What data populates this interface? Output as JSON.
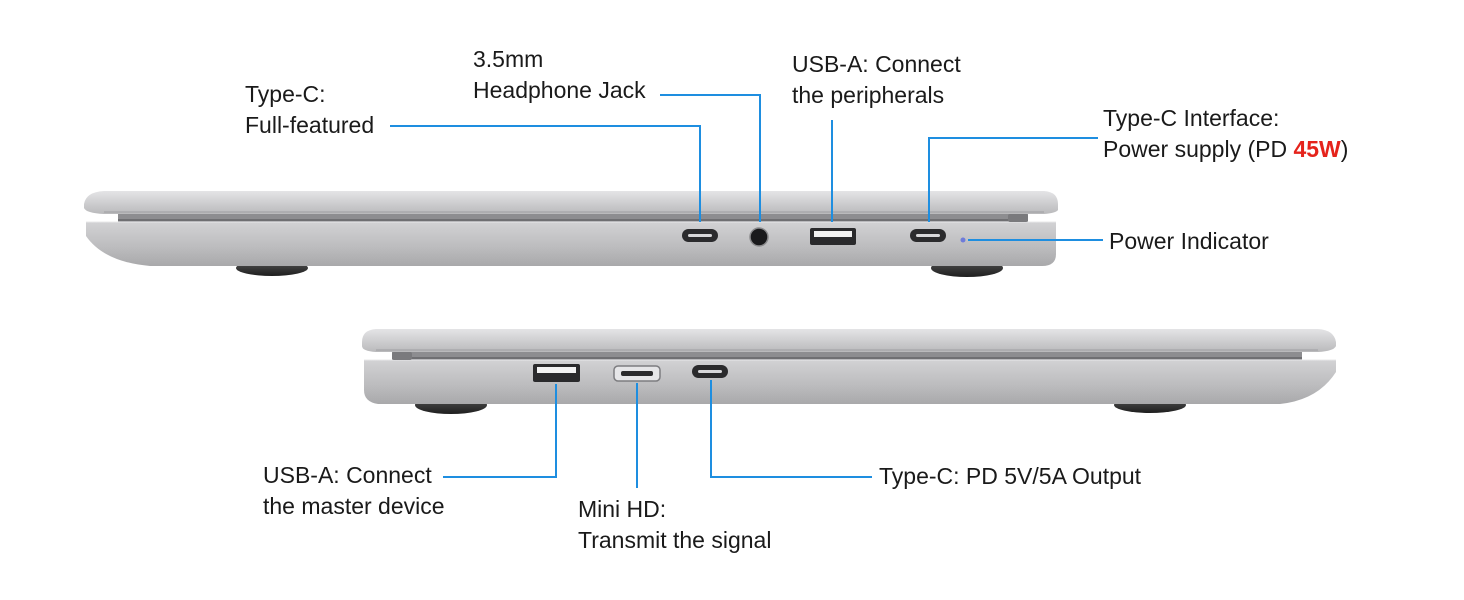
{
  "accent_color": "#1e8ee0",
  "highlight_color": "#e5231b",
  "body_color": "#c4c4c6",
  "top_view": {
    "labels": {
      "typec_full": {
        "line1": "Type-C:",
        "line2": "Full-featured"
      },
      "headphone": {
        "line1": "3.5mm",
        "line2": "Headphone Jack"
      },
      "usba_peripherals": {
        "line1": "USB-A: Connect",
        "line2": "the peripherals"
      },
      "typec_power": {
        "line1": "Type-C Interface:",
        "line2_prefix": "Power supply (PD ",
        "line2_highlight": "45W",
        "line2_suffix": ")"
      },
      "power_indicator": {
        "line1": "Power Indicator"
      }
    }
  },
  "bottom_view": {
    "labels": {
      "usba_master": {
        "line1": "USB-A: Connect",
        "line2": "the master device"
      },
      "mini_hd": {
        "line1": "Mini HD:",
        "line2": "Transmit the signal"
      },
      "typec_output": {
        "line1": "Type-C: PD 5V/5A Output"
      }
    }
  }
}
